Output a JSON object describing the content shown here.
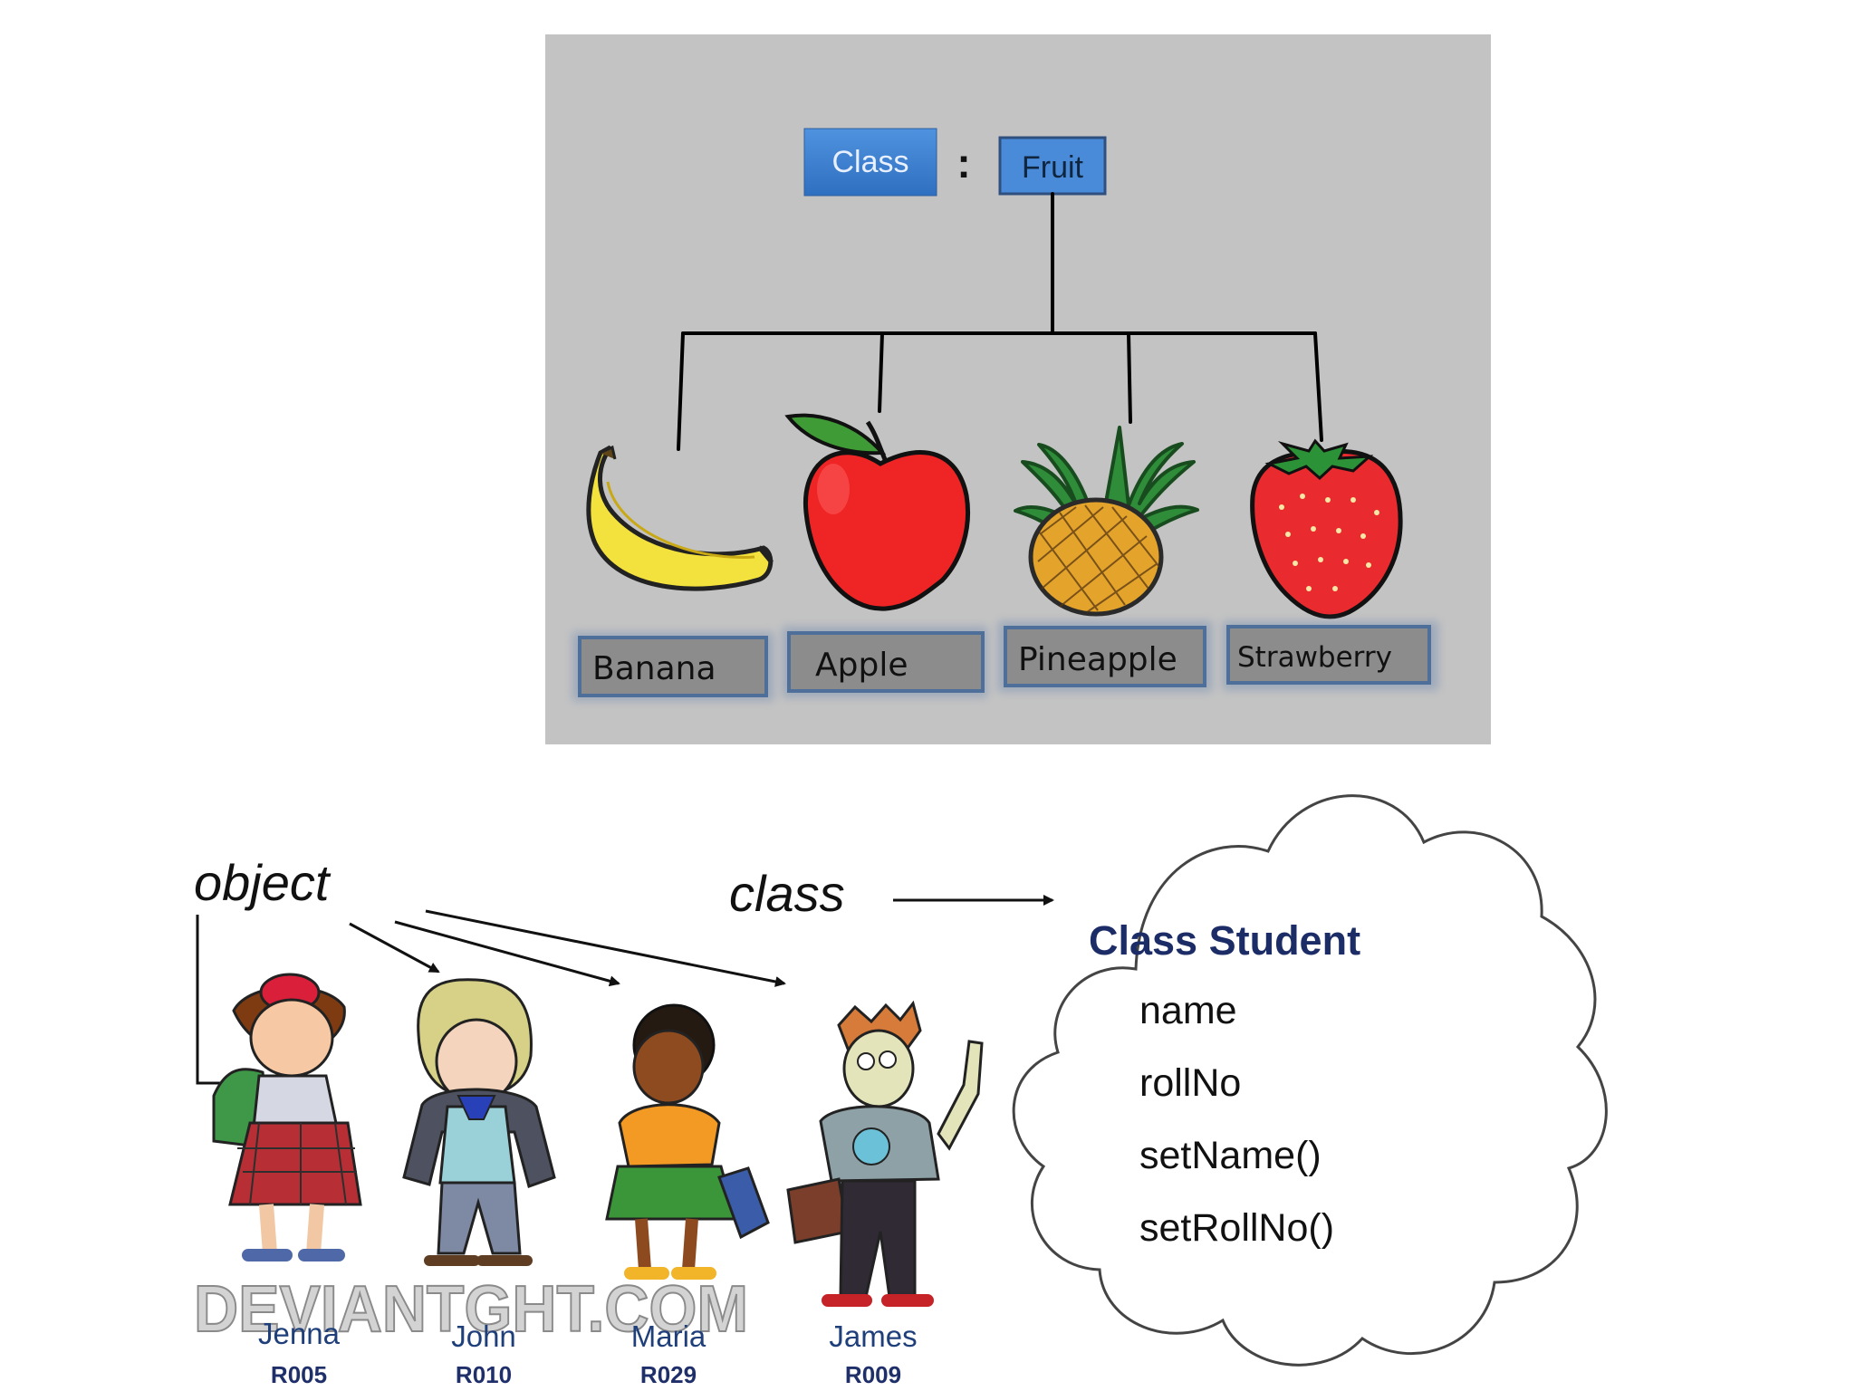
{
  "fruit_diagram": {
    "class_label": "Class",
    "separator": ":",
    "root_label": "Fruit",
    "items": [
      {
        "label": "Banana"
      },
      {
        "label": "Apple"
      },
      {
        "label": "Pineapple"
      },
      {
        "label": "Strawberry"
      }
    ]
  },
  "student_diagram": {
    "object_label": "object",
    "class_label": "class",
    "class_box": {
      "title": "Class Student",
      "members": [
        "name",
        "rollNo",
        "setName()",
        "setRollNo()"
      ]
    },
    "watermark": "DEVIANTGHT.COM",
    "students": [
      {
        "name": "Jenna",
        "roll": "R005"
      },
      {
        "name": "John",
        "roll": "R010"
      },
      {
        "name": "Maria",
        "roll": "R029"
      },
      {
        "name": "James",
        "roll": "R009"
      }
    ]
  },
  "colors": {
    "panel_bg": "#c3c3c3",
    "class_box": "#3f7fcb",
    "label_box": "#8c8c8c",
    "name_text": "#1f3f7a",
    "roll_text": "#1f2f6a"
  }
}
